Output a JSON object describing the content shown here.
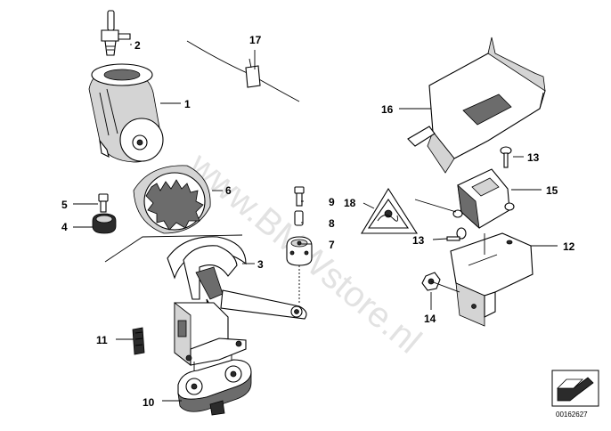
{
  "callouts": {
    "c1": "1",
    "c2": "2",
    "c3": "3",
    "c4": "4",
    "c5": "5",
    "c6": "6",
    "c7": "7",
    "c8": "8",
    "c9": "9",
    "c10": "10",
    "c11": "11",
    "c12": "12",
    "c13a": "13",
    "c13b": "13",
    "c14": "14",
    "c15": "15",
    "c16": "16",
    "c17": "17",
    "c18": "18"
  },
  "watermark": "www.BMWstore.nl",
  "reference_number": "00162627",
  "colors": {
    "ink": "#000000",
    "watermark": "#9a9a9a",
    "shade": "#6c6c6c"
  },
  "icons": {
    "corner": "arrow-reference-icon",
    "warning": "warning-triangle-icon"
  }
}
